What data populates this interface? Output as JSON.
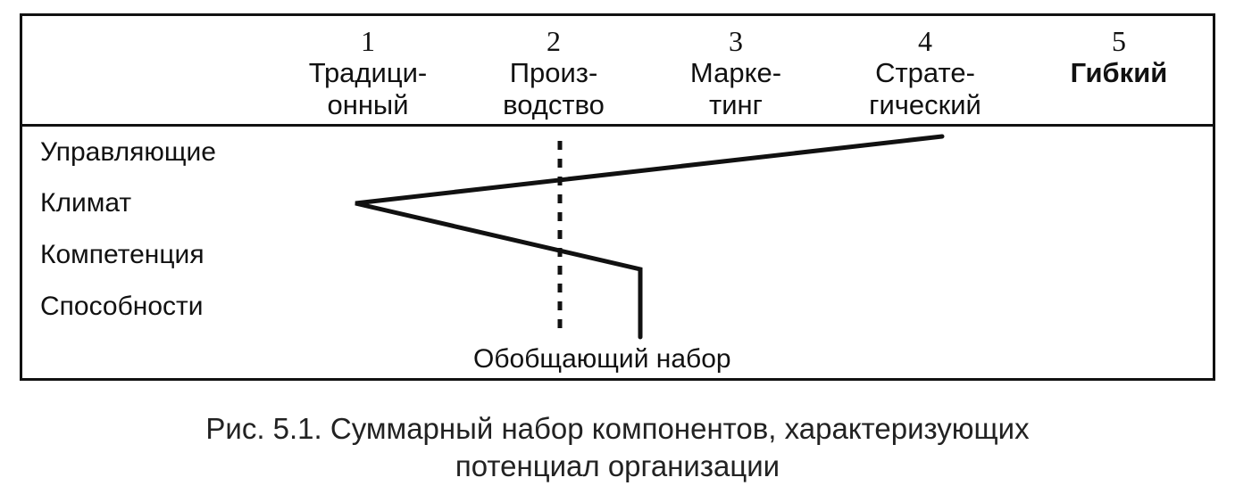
{
  "columns": [
    {
      "num": "1",
      "line1": "Традици-",
      "line2": "онный"
    },
    {
      "num": "2",
      "line1": "Произ-",
      "line2": "водство"
    },
    {
      "num": "3",
      "line1": "Марке-",
      "line2": "тинг"
    },
    {
      "num": "4",
      "line1": "Страте-",
      "line2": "гический"
    },
    {
      "num": "5",
      "line1": "Гибкий",
      "line2": ""
    }
  ],
  "rows": [
    "Управляющие",
    "Климат",
    "Компетенция",
    "Способности"
  ],
  "summary_label": "Обобщающий набор",
  "profile": {
    "Управляющие": 4,
    "Климат": 1,
    "Компетенция": 2.5,
    "Способности": 2.5
  },
  "summary_level": 2,
  "caption": {
    "line1": "Рис. 5.1. Суммарный набор компонентов, характеризующих",
    "line2": "потенциал организации"
  }
}
